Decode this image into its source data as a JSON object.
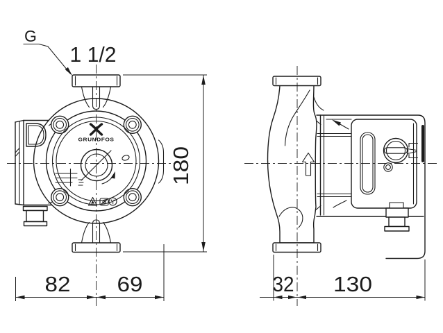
{
  "drawing": {
    "brand_text": "GRUNDFOS",
    "connection": {
      "thread_symbol": "G",
      "thread_size": "1 1/2"
    },
    "dims": {
      "overall_height": "180",
      "front_width_left_of_center": "82",
      "front_width_right_of_center": "69",
      "side_flange_to_center": "32",
      "side_center_to_back": "130"
    },
    "line_color": "#1c1c1c",
    "background_color": "#ffffff",
    "icons": {
      "grundfos-logo": "stylized X mark",
      "flow-direction-arrow": "outline up arrow",
      "rotation-direction-arrow": "curved arrow",
      "certification-marks": "triangle / badge / circle approval marks",
      "speed-setting-marks": "three stepped lines"
    }
  }
}
